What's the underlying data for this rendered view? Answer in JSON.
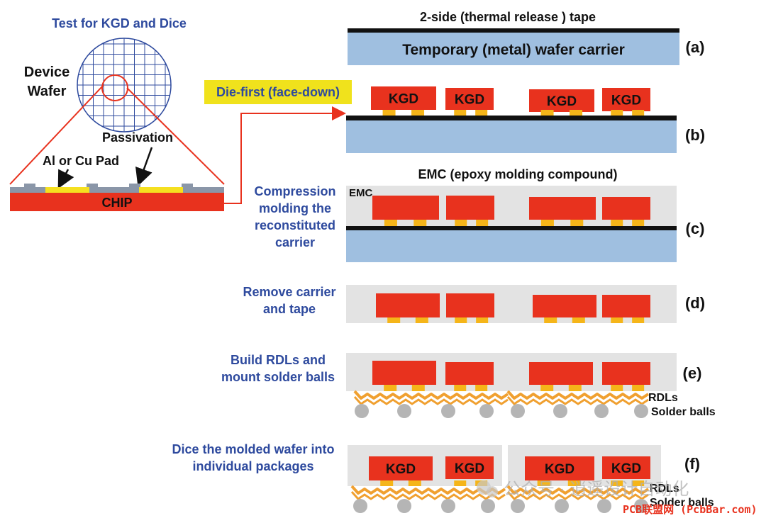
{
  "colors": {
    "chip": "#e8321e",
    "pad": "#f5b519",
    "carrier": "#9fbfe0",
    "tape": "#111111",
    "emc": "#e3e3e3",
    "passivation": "#8a96a8",
    "label_blue": "#2e4a9e",
    "callout_red": "#e8321e",
    "highlight": "#f0e21c",
    "solder": "#b5b5b5",
    "rdl": "#f0a030"
  },
  "wafer": {
    "title": "Test for KGD and Dice",
    "label_line1": "Device",
    "label_line2": "Wafer",
    "passivation": "Passivation",
    "pad_label": "Al or Cu Pad",
    "chip": "CHIP"
  },
  "die_first": "Die-first (face-down)",
  "kgd": "KGD",
  "steps": {
    "a": {
      "letter": "(a)",
      "tape_label": "2-side (thermal release ) tape",
      "carrier_label": "Temporary (metal) wafer carrier"
    },
    "b": {
      "letter": "(b)"
    },
    "c": {
      "letter": "(c)",
      "emc_title": "EMC (epoxy molding compound)",
      "emc_short": "EMC",
      "desc": [
        "Compression",
        "molding the",
        "reconstituted",
        "carrier"
      ]
    },
    "d": {
      "letter": "(d)",
      "desc": [
        "Remove carrier",
        "and tape"
      ]
    },
    "e": {
      "letter": "(e)",
      "desc": [
        "Build RDLs and",
        "mount solder balls"
      ],
      "rdl_label": "RDLs",
      "ball_label": "Solder balls"
    },
    "f": {
      "letter": "(f)",
      "desc": [
        "Dice the molded wafer into",
        "individual packages"
      ],
      "rdl_label": "RDLs",
      "ball_label": "Solder balls"
    }
  },
  "watermark": {
    "wechat": "公众号 · 逍遥设计自动化",
    "site": "PCB联盟网 (PcbBar.com)"
  }
}
